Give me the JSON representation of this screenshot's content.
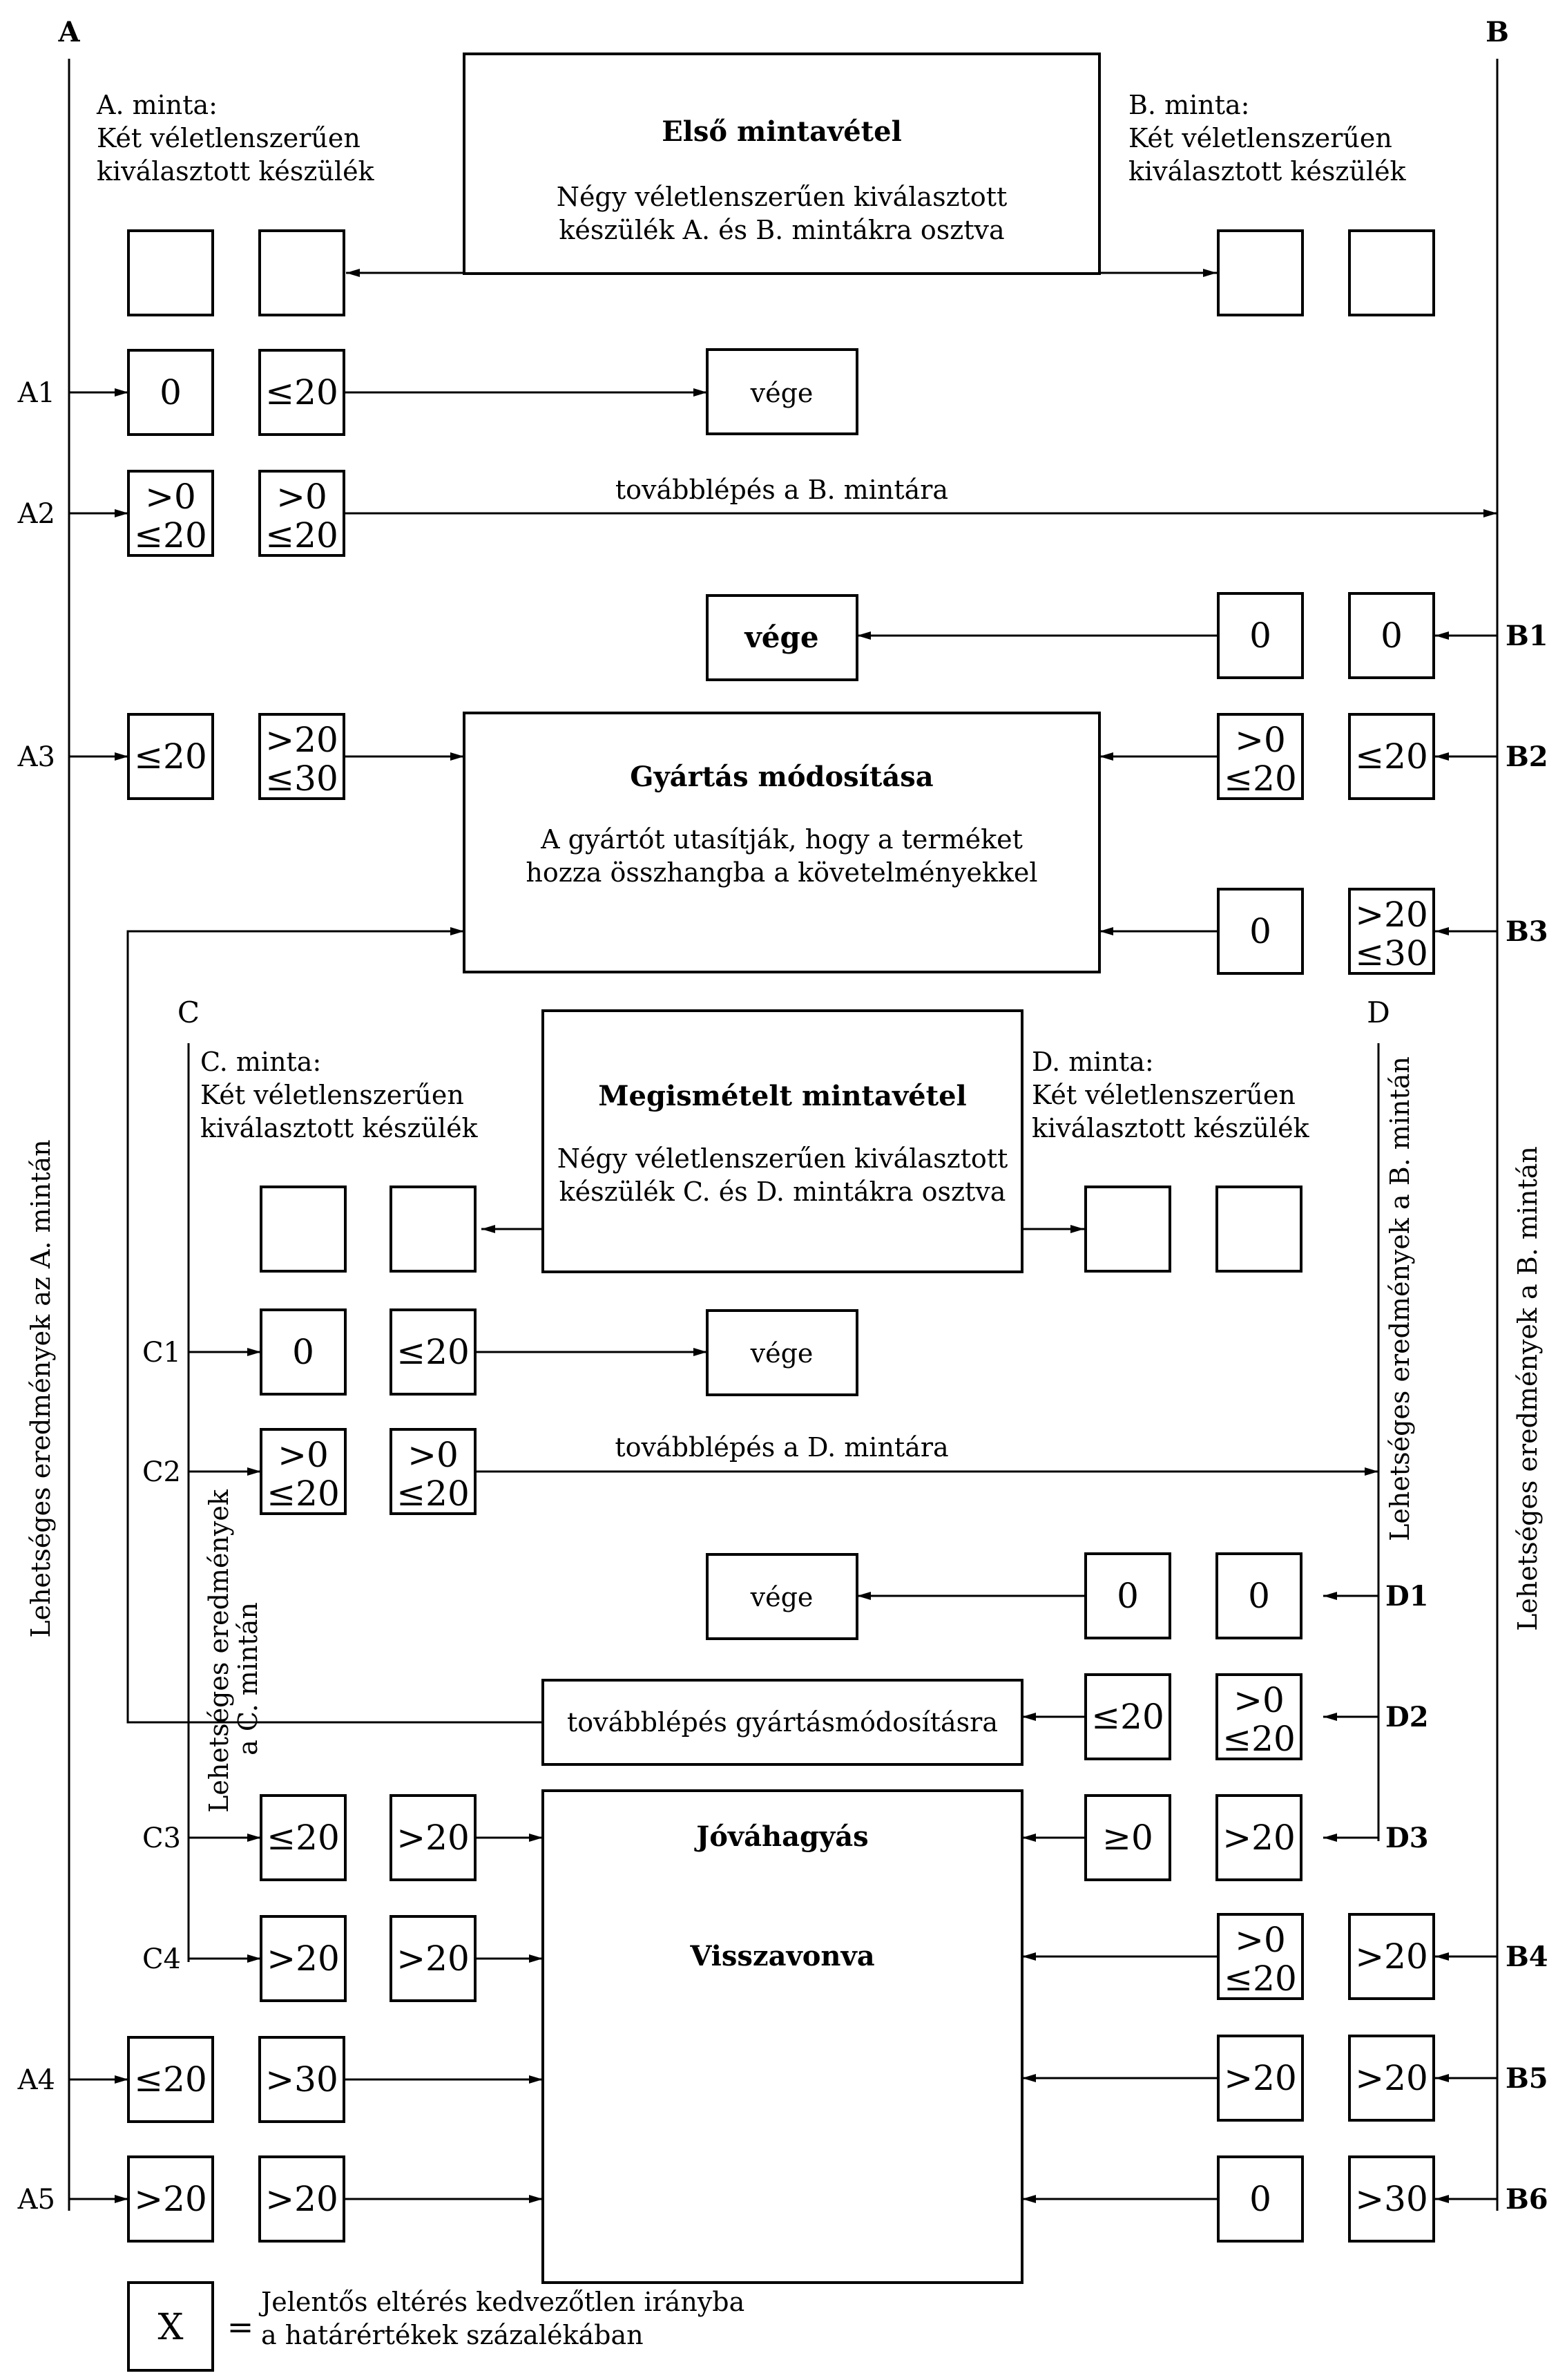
{
  "columns": {
    "a_label": "A",
    "b_label": "B",
    "c_label": "C",
    "d_label": "D"
  },
  "side_labels": {
    "a": "Lehetséges eredmények az A. mintán",
    "b": "Lehetséges eredmények a B. mintán",
    "d": "Lehetséges eredmények a B. mintán",
    "c_line1": "Lehetséges eredmények",
    "c_line2": "a C. mintán"
  },
  "sample_notes": {
    "a_line1": "A. minta:",
    "a_line2": "Két véletlenszerűen",
    "a_line3": "kiválasztott készülék",
    "b_line1": "B. minta:",
    "b_line2": "Két véletlenszerűen",
    "b_line3": "kiválasztott készülék",
    "c_line1": "C. minta:",
    "c_line2": "Két véletlenszerűen",
    "c_line3": "kiválasztott készülék",
    "d_line1": "D. minta:",
    "d_line2": "Két véletlenszerűen",
    "d_line3": "kiválasztott készülék"
  },
  "first_sampling": {
    "title": "Első mintavétel",
    "line1": "Négy véletlenszerűen kiválasztott",
    "line2": "készülék A. és B. mintákra osztva"
  },
  "production_change": {
    "title": "Gyártás módosítása",
    "line1": "A gyártót utasítják, hogy a terméket",
    "line2": "hozza összhangba a követelményekkel"
  },
  "repeated_sampling": {
    "title": "Megismételt mintavétel",
    "line1": "Négy véletlenszerűen kiválasztott",
    "line2": "készülék C. és D. mintákra osztva"
  },
  "outcome_box": {
    "approved": "Jóváhagyás",
    "withdrawn": "Visszavonva"
  },
  "end_label": "vége",
  "proceed_b": "továbblépés a B. mintára",
  "proceed_d": "továbblépés a D. mintára",
  "proceed_production": "továbblépés gyártásmódosításra",
  "row_labels": {
    "a1": "A1",
    "a2": "A2",
    "a3": "A3",
    "a4": "A4",
    "a5": "A5",
    "b1": "B1",
    "b2": "B2",
    "b3": "B3",
    "b4": "B4",
    "b5": "B5",
    "b6": "B6",
    "c1": "C1",
    "c2": "C2",
    "c3": "C3",
    "c4": "C4",
    "d1": "D1",
    "d2": "D2",
    "d3": "D3"
  },
  "values": {
    "zero": "0",
    "le20": "≤20",
    "gt0": ">0",
    "gt20": ">20",
    "le30": "≤30",
    "gt30": ">30",
    "ge0": "≥0"
  },
  "legend": {
    "symbol": "X",
    "equals": "=",
    "line1": "Jelentős eltérés kedvezőtlen irányba",
    "line2": "a határértékek százalékában"
  }
}
